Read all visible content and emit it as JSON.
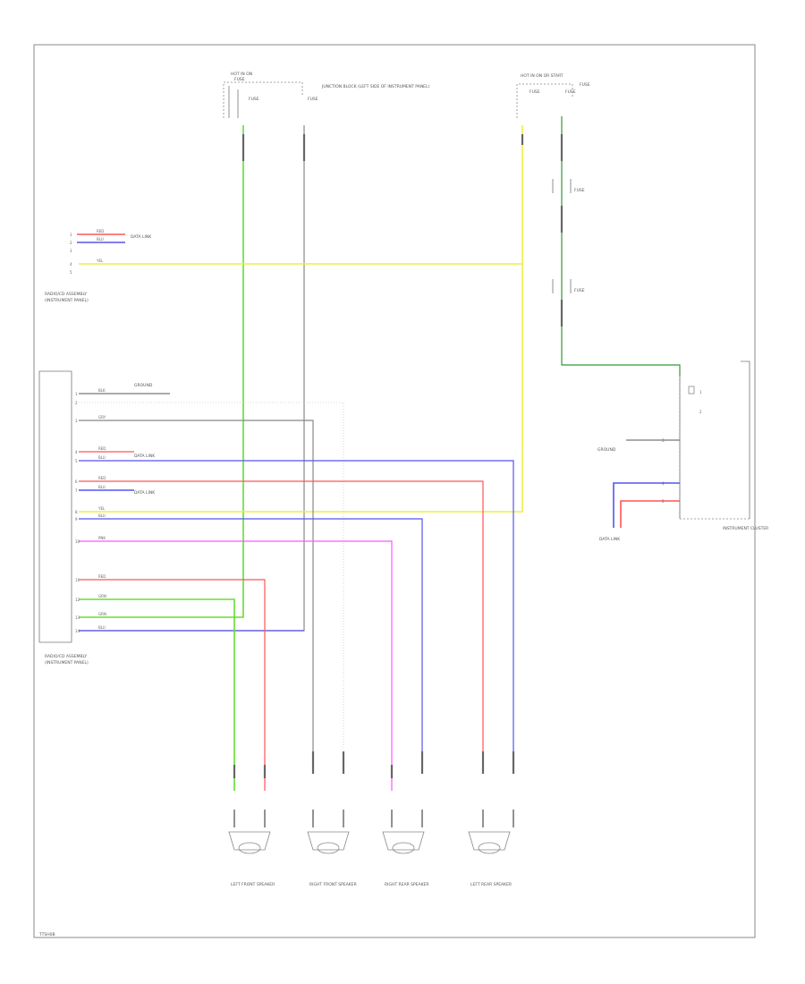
{
  "colors": {
    "green": "#66dd33",
    "red": "#ff5555",
    "blue": "#5555ee",
    "yellow": "#eeee44",
    "grey": "#888888",
    "magenta": "#ff55ff",
    "dark_green": "#339933"
  },
  "labels": {
    "fuse_block_left": "HOT IN ON",
    "fuse_block_left_sub": "FUSE",
    "fuse_block_right": "HOT IN ON OR START",
    "junction_block": "JUNCTION BLOCK (LEFT SIDE OF INSTRUMENT PANEL)",
    "radio_connector": "RADIO/CD ASSEMBLY",
    "radio_connector_sub": "(INSTRUMENT PANEL)",
    "data_link": "DATA LINK",
    "front_left_speaker": "LEFT FRONT SPEAKER",
    "front_right_speaker": "RIGHT FRONT SPEAKER",
    "rear_right_speaker": "RIGHT REAR SPEAKER",
    "rear_left_speaker": "LEFT REAR SPEAKER",
    "instrument_cluster": "INSTRUMENT CLUSTER",
    "ground": "GROUND",
    "footer": "TTSH0B"
  },
  "wire_labels": {
    "red": "RED",
    "blue": "BLU",
    "yellow": "YEL",
    "green": "GRN",
    "grey": "GRY",
    "pink": "PNK",
    "black": "BLK"
  }
}
